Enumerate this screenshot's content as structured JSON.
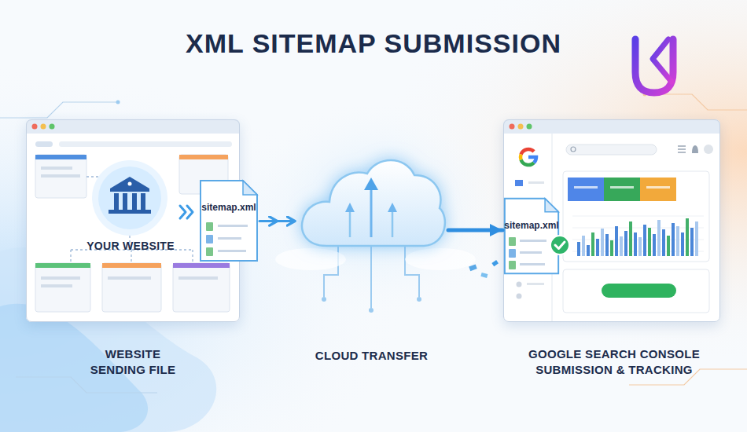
{
  "diagram": {
    "title": "XML SITEMAP SUBMISSION",
    "nodes": [
      {
        "text": [
          "YOUR WEBSITE",
          "WEBSITE SENDING FILE"
        ]
      },
      {
        "text": [
          "sitemap.xml"
        ]
      },
      {
        "text": [
          "CLOUD TRANSFER"
        ]
      },
      {
        "text": [
          "GOOGLE SEARCH CONSOLE SUBMISSION & TRACKING"
        ]
      },
      {
        "text": [
          "sitemap.xml"
        ],
        "in": 3
      }
    ],
    "edges": [
      {
        "from": 1,
        "to": 2,
        "arrow": "to"
      },
      {
        "from": 2,
        "to": 4,
        "arrow": "to"
      }
    ]
  }
}
